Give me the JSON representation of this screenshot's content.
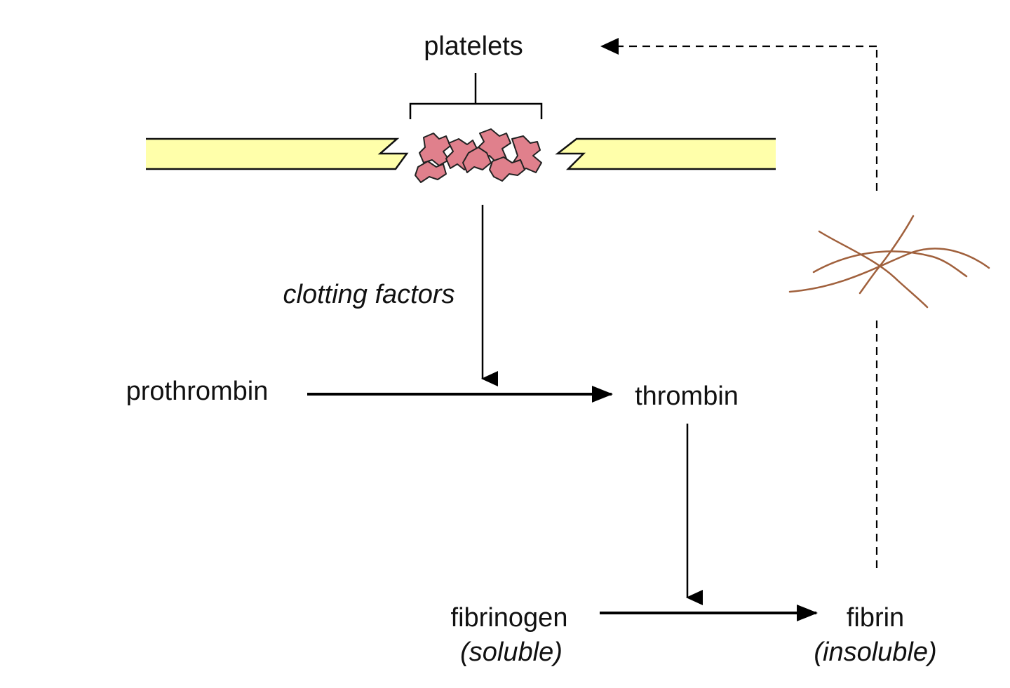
{
  "diagram": {
    "labels": {
      "platelets": "platelets",
      "clotting_factors": "clotting factors",
      "prothrombin": "prothrombin",
      "thrombin": "thrombin",
      "fibrinogen": "fibrinogen",
      "fibrinogen_note": "(soluble)",
      "fibrin": "fibrin",
      "fibrin_note": "(insoluble)"
    },
    "colors": {
      "vessel_fill": "#ffffaa",
      "platelet_fill": "#e0808c",
      "fibrin_strand": "#a0603c",
      "line": "#000000"
    },
    "icons": {
      "vessel": "blood-vessel-wall",
      "platelets": "platelet-cluster",
      "fibrin": "fibrin-mesh"
    }
  }
}
